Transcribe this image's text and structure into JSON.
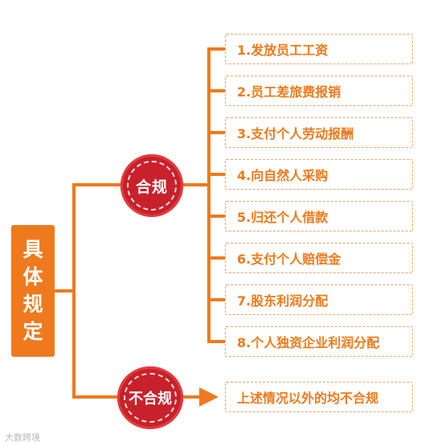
{
  "root": {
    "chars": [
      "具",
      "体",
      "规",
      "定"
    ]
  },
  "compliant": {
    "badge": "合规",
    "items": [
      "1.发放员工工资",
      "2.员工差旅费报销",
      "3.支付个人劳动报酬",
      "4.向自然人采购",
      "5.归还个人借款",
      "6.支付个人赔偿金",
      "7.股东利润分配",
      "8.个人独资企业利润分配"
    ]
  },
  "noncompliant": {
    "badge": "不合规",
    "items": [
      "上述情况以外的均不合规"
    ]
  },
  "watermark": "大数跨境",
  "colors": {
    "orange": "#ef7a1d",
    "red": "#c8212b",
    "border": "#e9a56b"
  }
}
